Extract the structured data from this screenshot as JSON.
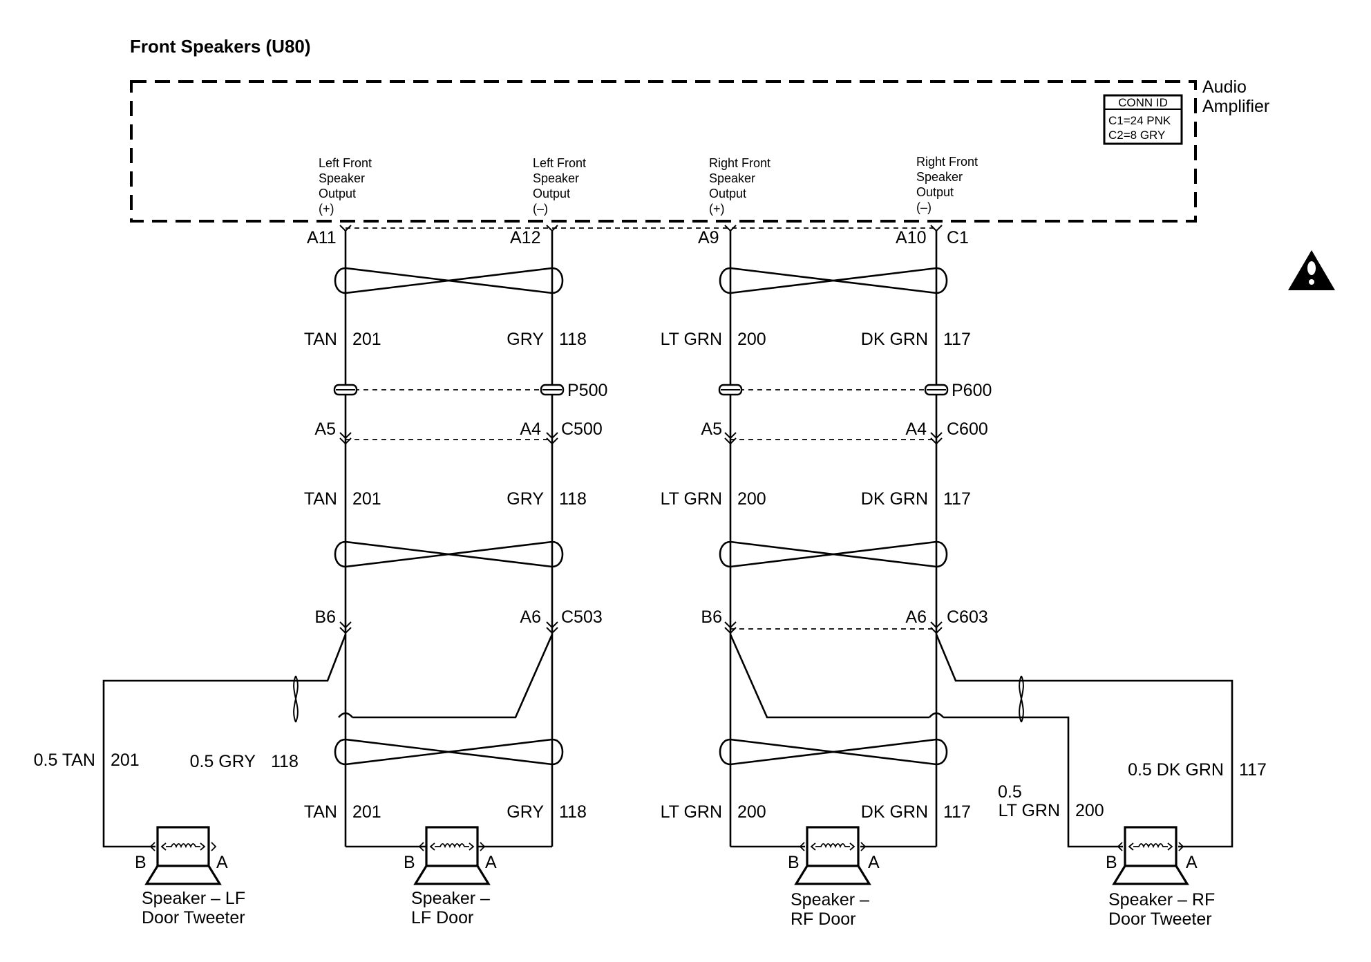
{
  "title": "Front Speakers (U80)",
  "module": {
    "name_line1": "Audio",
    "name_line2": "Amplifier",
    "conn_id_title": "CONN ID",
    "conn_id_line1": "C1=24 PNK",
    "conn_id_line2": "C2=8 GRY",
    "connector": "C1"
  },
  "outputs": [
    {
      "l1": "Left Front",
      "l2": "Speaker",
      "l3": "Output",
      "l4": "(+)",
      "pin": "A11"
    },
    {
      "l1": "Left Front",
      "l2": "Speaker",
      "l3": "Output",
      "l4": "(–)",
      "pin": "A12"
    },
    {
      "l1": "Right Front",
      "l2": "Speaker",
      "l3": "Output",
      "l4": "(+)",
      "pin": "A9"
    },
    {
      "l1": "Right Front",
      "l2": "Speaker",
      "l3": "Output",
      "l4": "(–)",
      "pin": "A10"
    }
  ],
  "wires": {
    "w1": {
      "color": "TAN",
      "circuit": "201"
    },
    "w2": {
      "color": "GRY",
      "circuit": "118"
    },
    "w3": {
      "color": "LT GRN",
      "circuit": "200"
    },
    "w4": {
      "color": "DK GRN",
      "circuit": "117"
    }
  },
  "splices": {
    "left": "P500",
    "right": "P600"
  },
  "connectors": {
    "c500": {
      "name": "C500",
      "pin1": "A5",
      "pin2": "A4"
    },
    "c600": {
      "name": "C600",
      "pin1": "A5",
      "pin2": "A4"
    },
    "c503": {
      "name": "C503",
      "pin1": "B6",
      "pin2": "A6"
    },
    "c603": {
      "name": "C603",
      "pin1": "B6",
      "pin2": "A6"
    }
  },
  "tweeter_wires": {
    "lf_tan": {
      "color": "0.5 TAN",
      "circuit": "201"
    },
    "lf_gry": {
      "color": "0.5 GRY",
      "circuit": "118"
    },
    "rf_ltgrn": {
      "color_line1": "0.5",
      "color_line2": "LT GRN",
      "circuit": "200"
    },
    "rf_dkgrn": {
      "color": "0.5 DK GRN",
      "circuit": "117"
    }
  },
  "speakers": [
    {
      "line1": "Speaker –  LF",
      "line2": "Door Tweeter",
      "pin_b": "B",
      "pin_a": "A"
    },
    {
      "line1": "Speaker –",
      "line2": "LF Door",
      "pin_b": "B",
      "pin_a": "A"
    },
    {
      "line1": "Speaker –",
      "line2": "RF Door",
      "pin_b": "B",
      "pin_a": "A"
    },
    {
      "line1": "Speaker –  RF",
      "line2": "Door Tweeter",
      "pin_b": "B",
      "pin_a": "A"
    }
  ],
  "warning_icon": "caution-triangle-icon"
}
